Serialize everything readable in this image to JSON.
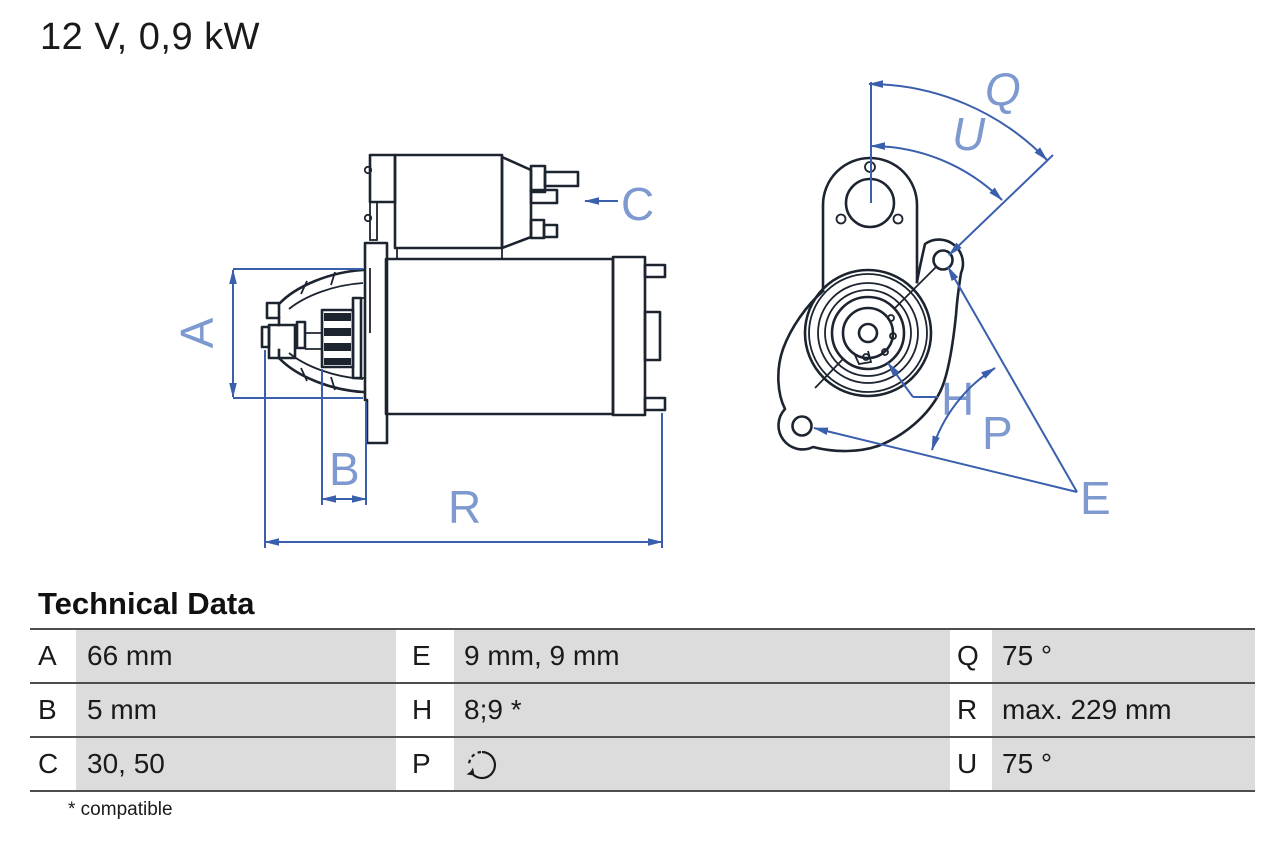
{
  "title": "12 V, 0,9 kW",
  "diagram": {
    "side_view": {
      "labels": {
        "a": "A",
        "b": "B",
        "c": "C",
        "r": "R"
      }
    },
    "front_view": {
      "labels": {
        "q": "Q",
        "u": "U",
        "h": "H",
        "p": "P",
        "e": "E"
      }
    },
    "colors": {
      "outline": "#1c2430",
      "dimension_line": "#3a5fad",
      "dimension_label": "#7e99cf"
    }
  },
  "table": {
    "heading": "Technical Data",
    "rows": [
      {
        "cells": [
          {
            "key": "A",
            "value": "66 mm"
          },
          {
            "key": "E",
            "value": "9 mm, 9 mm"
          },
          {
            "key": "Q",
            "value": "75 °"
          }
        ]
      },
      {
        "cells": [
          {
            "key": "B",
            "value": "5 mm"
          },
          {
            "key": "H",
            "value": "8;9 *"
          },
          {
            "key": "R",
            "value": "max. 229 mm"
          }
        ]
      },
      {
        "cells": [
          {
            "key": "C",
            "value": "30, 50"
          },
          {
            "key": "P",
            "value": "",
            "icon": "rotation-direction-icon"
          },
          {
            "key": "U",
            "value": "75 °"
          }
        ]
      }
    ],
    "footnote": "* compatible"
  }
}
